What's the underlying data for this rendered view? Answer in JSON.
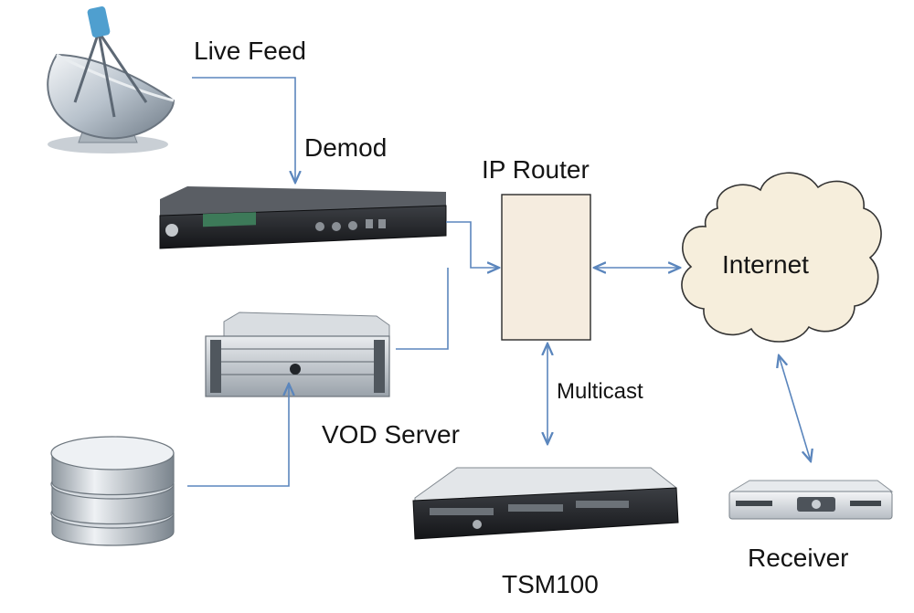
{
  "labels": {
    "live_feed": "Live Feed",
    "demod": "Demod",
    "ip_router": "IP Router",
    "internet": "Internet",
    "multicast": "Multicast",
    "vod_server": "VOD Server",
    "tsm100": "TSM100",
    "receiver": "Receiver"
  },
  "colors": {
    "connector": "#5b86bd",
    "router_fill": "#f5ecdf",
    "cloud_fill": "#f6eedc",
    "label_text": "#141414"
  },
  "icons": {
    "satellite": "satellite-dish-icon",
    "demod": "rack-receiver-icon",
    "vod_server": "rack-server-icon",
    "storage": "database-icon",
    "tsm100": "rack-server-icon",
    "receiver": "set-top-box-icon",
    "internet": "cloud-icon"
  }
}
